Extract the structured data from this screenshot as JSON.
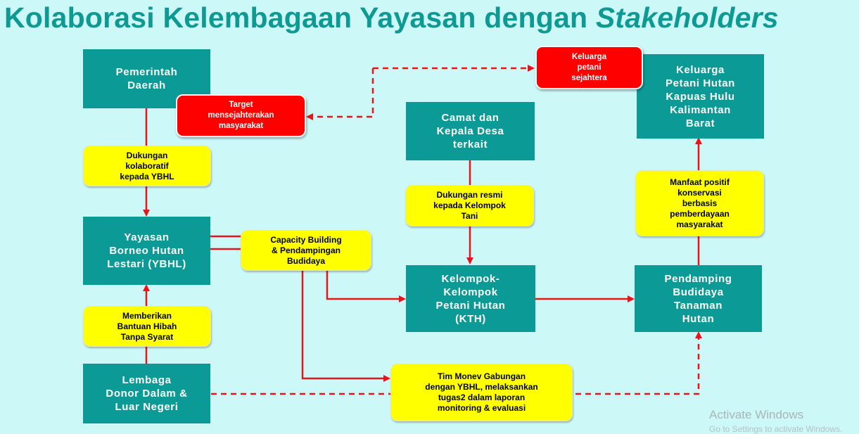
{
  "title": {
    "main": "Kolaborasi Kelembagaan Yayasan dengan",
    "italic": "Stakeholders"
  },
  "boxes": {
    "pemerintah": "Pemerintah\nDaerah",
    "ybhl": "Yayasan\nBorneo Hutan\nLestari (YBHL)",
    "lembaga": "Lembaga\nDonor Dalam &\nLuar Negeri",
    "camat": "Camat dan\nKepala Desa\nterkait",
    "kth": "Kelompok-\nKelompok\nPetani Hutan\n(KTH)",
    "pendamping": "Pendamping\nBudidaya\nTanaman\nHutan",
    "keluarga": "Keluarga\nPetani Hutan\nKapuas Hulu\nKalimantan\nBarat"
  },
  "notes": {
    "dukungan_kolaboratif": "Dukungan\nkolaboratif\nkepada YBHL",
    "memberikan": "Memberikan\nBantuan Hibah\nTanpa Syarat",
    "capacity": "Capacity Building\n& Pendampingan\nBudidaya",
    "dukungan_resmi": "Dukungan resmi\nkepada Kelompok\nTani",
    "manfaat": "Manfaat positif\nkonservasi\nberbasis\npemberdayaan\nmasyarakat",
    "monev": "Tim Monev Gabungan\ndengan YBHL, melaksankan\ntugas2 dalam laporan\nmonitoring & evaluasi"
  },
  "targets": {
    "target": "Target\nmensejahterakan\nmasyarakat",
    "sejahtera": "Keluarga\npetani\nsejahtera"
  },
  "watermark": {
    "line1": "Activate Windows",
    "line2": "Go to Settings to activate Windows."
  },
  "colors": {
    "teal": "#0b9a96",
    "yellow": "#ffff00",
    "red": "#ff0000",
    "title": "#0e9a92",
    "background": "#ccf8f8",
    "line": "#e8141b"
  }
}
